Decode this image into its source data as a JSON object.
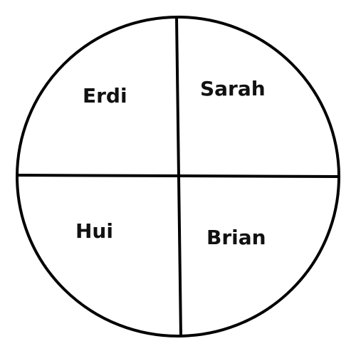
{
  "colors": {
    "stroke": "#000000",
    "label": "#111111",
    "background": "#ffffff"
  },
  "quadrants": {
    "top_left": {
      "label": "Erdi"
    },
    "top_right": {
      "label": "Sarah"
    },
    "bottom_left": {
      "label": "Hui"
    },
    "bottom_right": {
      "label": "Brian"
    }
  }
}
